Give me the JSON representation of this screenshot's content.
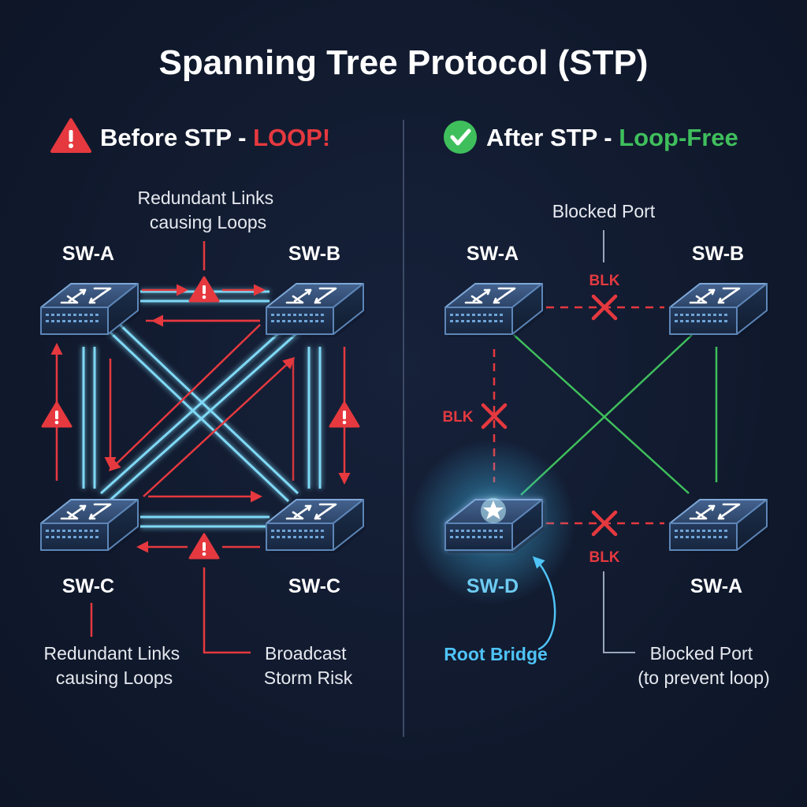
{
  "title": "Spanning Tree Protocol (STP)",
  "before": {
    "heading_prefix": "Before STP - ",
    "heading_status": "LOOP!",
    "status_color": "#e5393f",
    "switches": {
      "top_left": "SW-A",
      "top_right": "SW-B",
      "bottom_left": "SW-C",
      "bottom_right": "SW-C"
    },
    "note_top": [
      "Redundant Links",
      "causing Loops"
    ],
    "note_bottom_left": [
      "Redundant Links",
      "causing Loops"
    ],
    "note_bottom_right": [
      "Broadcast",
      "Storm Risk"
    ]
  },
  "after": {
    "heading_prefix": "After STP - ",
    "heading_status": "Loop-Free",
    "status_color": "#3fbf5c",
    "switches": {
      "top_left": "SW-A",
      "top_right": "SW-B",
      "bottom_left": "SW-D",
      "bottom_right": "SW-A"
    },
    "note_top": "Blocked Port",
    "blk_label": "BLK",
    "root_label": "Root Bridge",
    "note_bottom_right": [
      "Blocked Port",
      "(to prevent loop)"
    ]
  },
  "icons": [
    "warning-icon",
    "check-circle-icon",
    "switch-icon",
    "root-star-icon",
    "blocked-x-icon"
  ],
  "colors": {
    "link_active": "#7fd8f5",
    "loop_arrow": "#e5393f",
    "forwarding_link": "#3fbf5c",
    "blocked_link": "#e5393f",
    "root_glow": "#4fc3f7"
  }
}
